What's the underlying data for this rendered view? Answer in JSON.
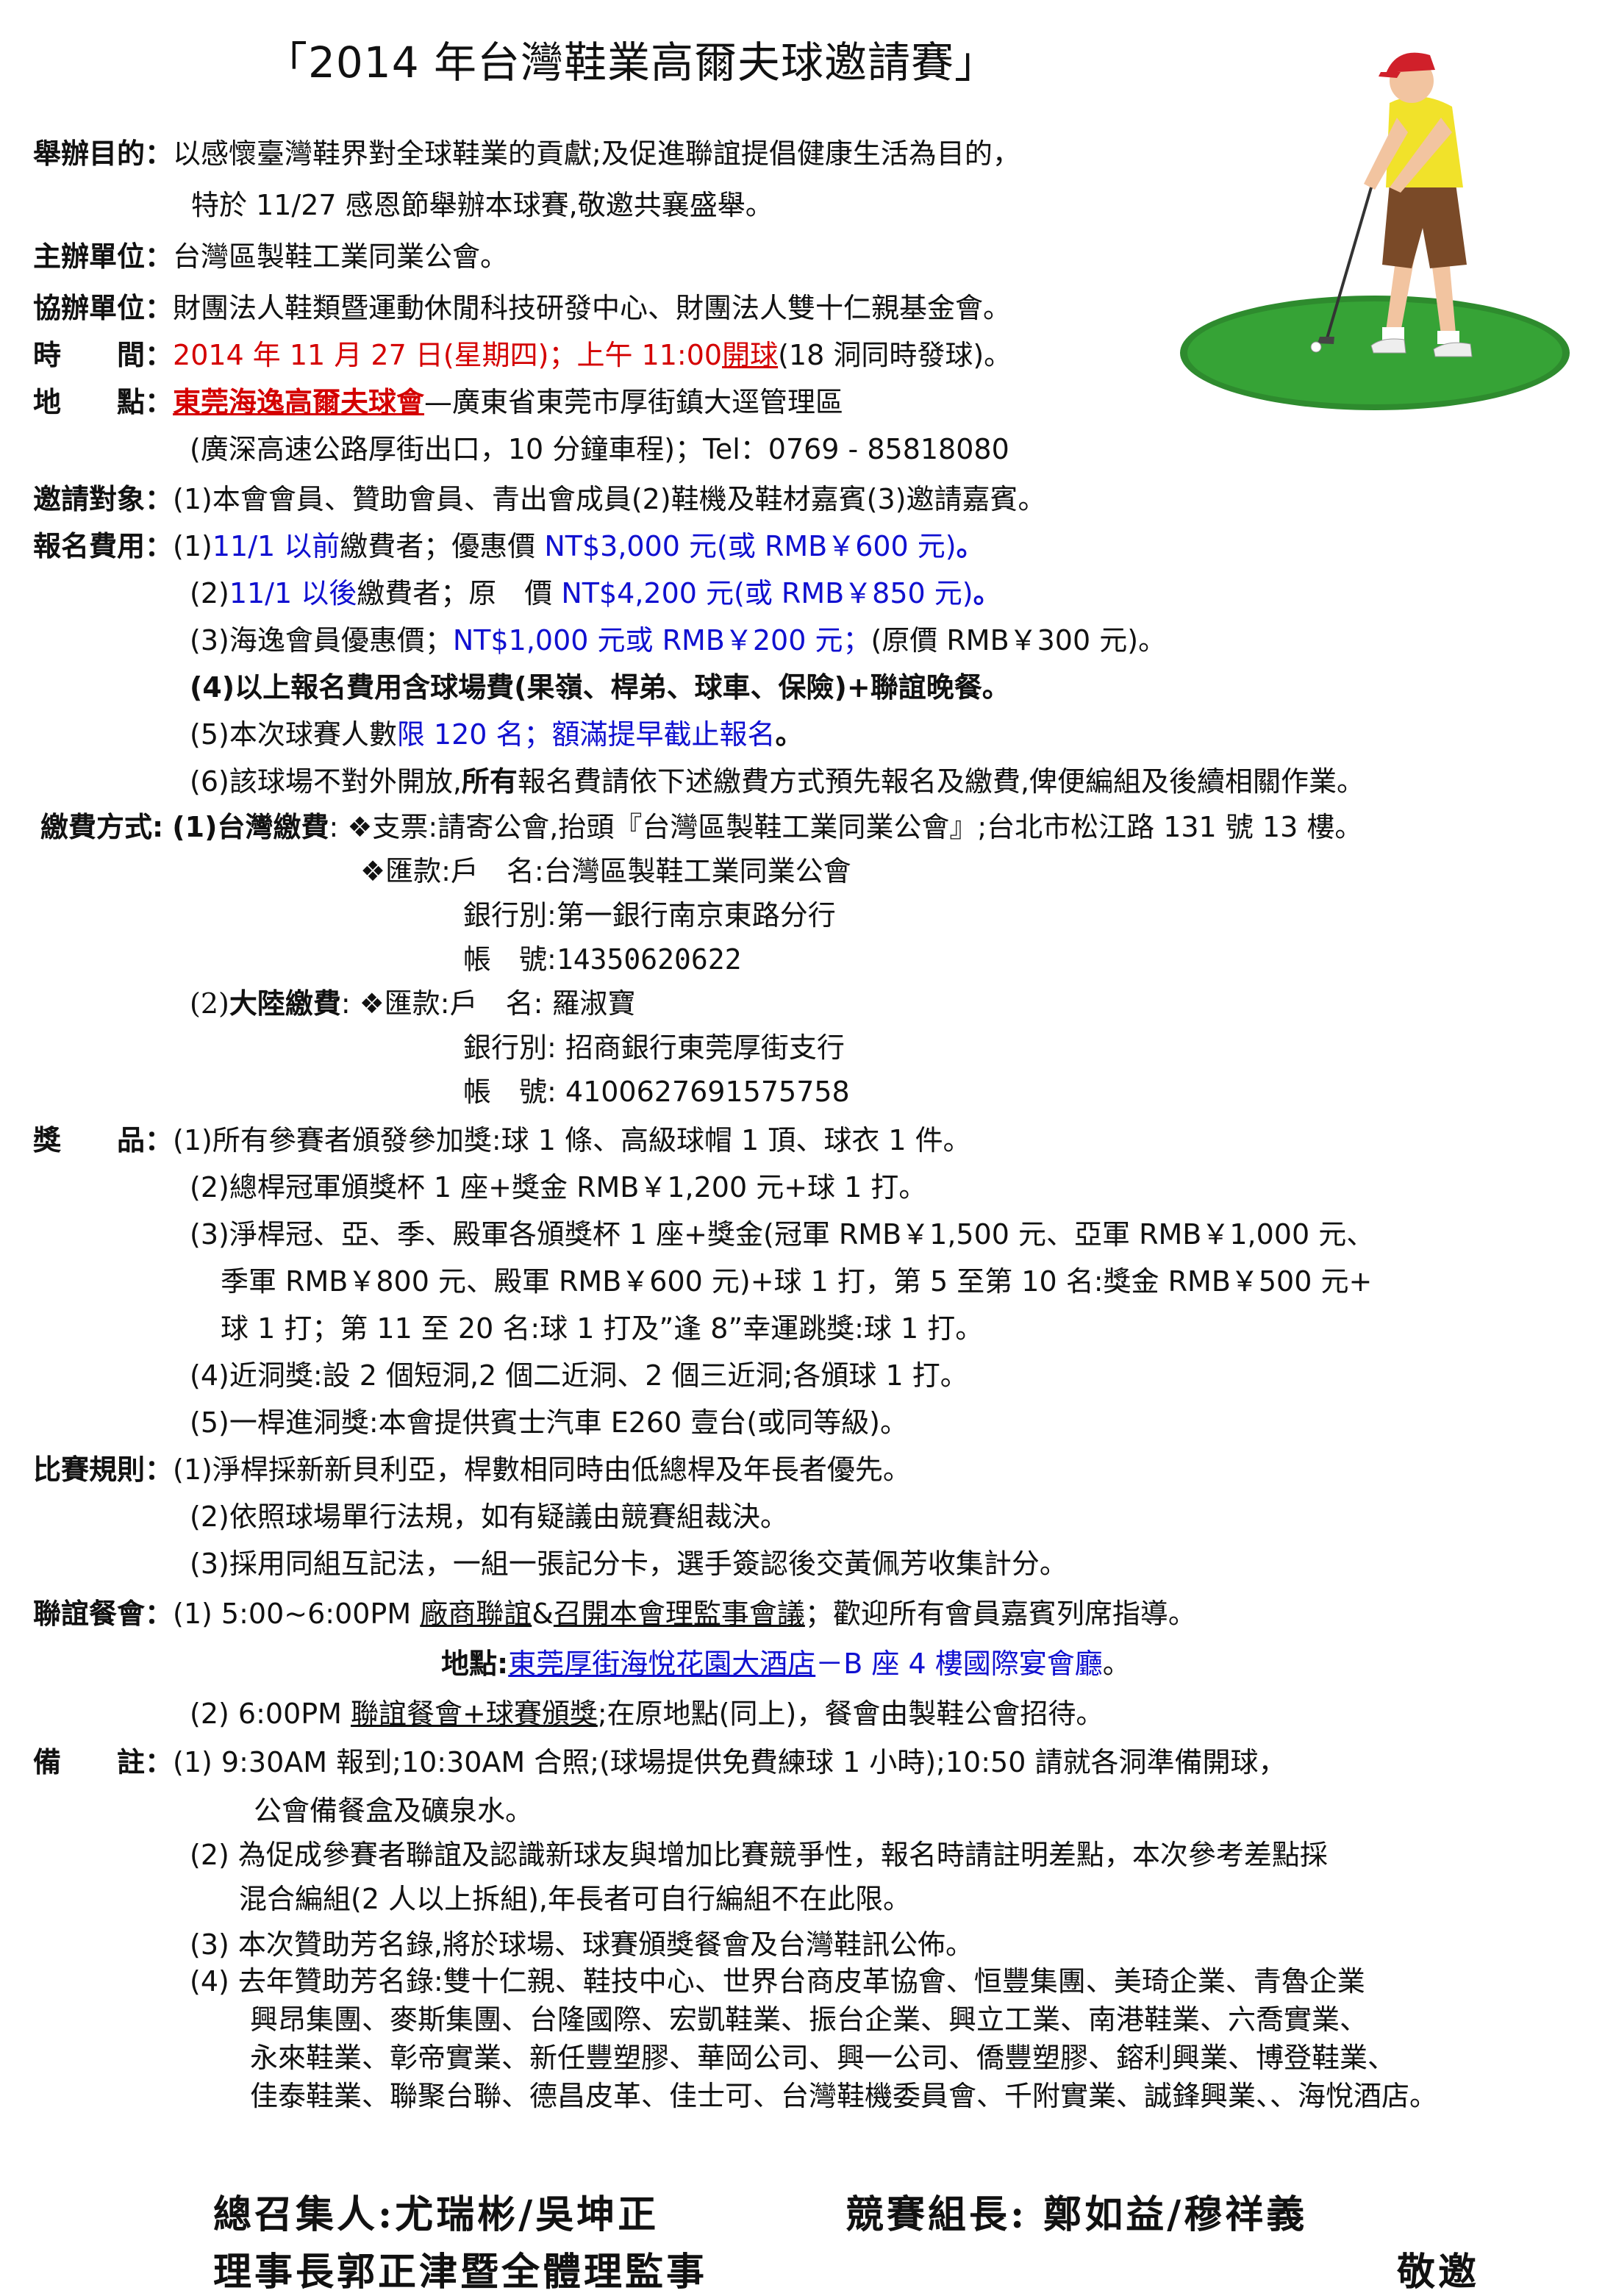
{
  "title": "「2014 年台灣鞋業高爾夫球邀請賽」",
  "purpose": {
    "label": "舉辦目的：",
    "line1": "以感懷臺灣鞋界對全球鞋業的貢獻;及促進聯誼提倡健康生活為目的，",
    "line2": "特於 11/27 感恩節舉辦本球賽,敬邀共襄盛舉。"
  },
  "organizer": {
    "label": "主辦單位：",
    "text": "台灣區製鞋工業同業公會。"
  },
  "co_organizer": {
    "label": "協辦單位：",
    "text": "財團法人鞋類暨運動休閒科技研發中心、財團法人雙十仁親基金會。"
  },
  "time": {
    "label": "時　　間：",
    "red": "2014 年 11 月 27 日(星期四)",
    "red2": "；上午 11:00",
    "red3": "開球",
    "rest": "(18 洞同時發球)。"
  },
  "venue": {
    "label": "地　　點：",
    "name": "東莞海逸高爾夫球會",
    "dash": "—",
    "address": "廣東省東莞市厚街鎮大逕管理區",
    "line2": "(廣深高速公路厚街出口，10  分鐘車程)；Tel：0769 - 85818080"
  },
  "invitees": {
    "label": "邀請對象：",
    "text": "(1)本會會員、贊助會員、青出會成員(2)鞋機及鞋材嘉賓(3)邀請嘉賓。"
  },
  "fees": {
    "label": "報名費用：",
    "item1": {
      "prefix": "(1)",
      "blue1": "11/1 以前",
      "mid": "繳費者；優惠價 ",
      "blue2": "NT$3,000 元(或 RMB￥600 元)",
      "end": "。"
    },
    "item2": {
      "prefix": "(2)",
      "blue1": "11/1 以後",
      "mid": "繳費者；原　價 ",
      "blue2": "NT$4,200 元(或 RMB￥850 元)",
      "end": "。"
    },
    "item3": {
      "prefix": "(3)海逸會員優惠價；",
      "blue": "NT$1,000 元或 RMB￥200 元；",
      "end": "(原價 RMB￥300 元)。"
    },
    "item4": "(4)以上報名費用含球場費(果嶺、桿弟、球車、保險)+聯誼晚餐。",
    "item5": {
      "prefix": "(5)本次球賽人數",
      "blue": "限 120 名；額滿提早截止報名",
      "end": "。"
    },
    "item6": {
      "a": "(6)該球場不對外開放,",
      "b": "所有",
      "c": "報名費請依下述繳費方式預先報名及繳費,俾便編組及後續相關作業。"
    }
  },
  "payment": {
    "label": "繳費方式:",
    "tw_head": "(1)台灣繳費",
    "tw_check": ": ❖支票:請寄公會,抬頭『台灣區製鞋工業同業公會』;台北市松江路 131 號 13 樓。",
    "tw_remit": "❖匯款:戶　名:台灣區製鞋工業同業公會",
    "tw_bank": "銀行別:第一銀行南京東路分行",
    "tw_acct_label": "帳　號:",
    "tw_acct": "14350620622",
    "cn_num": "(2)",
    "cn_head": "大陸繳費",
    "cn_remit": ": ❖匯款:戶　名: 羅淑寶",
    "cn_bank": "銀行別:  招商銀行東莞厚街支行",
    "cn_acct_label": "帳　號:",
    "cn_acct": " 4100627691575758"
  },
  "prizes": {
    "label": "獎　　品：",
    "item1": "(1)所有參賽者頒發參加獎:球 1 條、高級球帽 1 頂、球衣 1 件。",
    "item2": "(2)總桿冠軍頒獎杯 1 座+獎金 RMB￥1,200 元+球 1 打。",
    "item3a": "(3)淨桿冠、亞、季、殿軍各頒獎杯 1 座+獎金(冠軍 RMB￥1,500 元、亞軍 RMB￥1,000 元、",
    "item3b": "季軍 RMB￥800 元、殿軍 RMB￥600 元)+球 1 打，第 5 至第 10 名:獎金 RMB￥500 元+",
    "item3c": "球 1 打；第 11 至 20 名:球 1 打及”逢 8”幸運跳獎:球 1 打。",
    "item4": "(4)近洞獎:設 2 個短洞,2 個二近洞、2 個三近洞;各頒球 1 打。",
    "item5": "(5)一桿進洞獎:本會提供賓士汽車 E260 壹台(或同等級)。"
  },
  "rules": {
    "label": "比賽規則：",
    "item1": "(1)淨桿採新新貝利亞，桿數相同時由低總桿及年長者優先。",
    "item2": "(2)依照球場單行法規，如有疑議由競賽組裁決。",
    "item3": "(3)採用同組互記法，一組一張記分卡，選手簽認後交黃佩芳收集計分。"
  },
  "dinner": {
    "label": "聯誼餐會：",
    "item1_pre": "(1) 5:00~6:00PM ",
    "item1_u1": "廠商聯誼",
    "item1_amp": "&",
    "item1_u2": "召開本會理監事會議",
    "item1_end": "；歡迎所有會員嘉賓列席指導。",
    "place_label": "地點:",
    "place_name": "東莞厚街海悅花園大酒店",
    "place_rest": "－B 座 4 樓國際宴會廳",
    "place_end": "。",
    "item2_pre": "(2) 6:00PM ",
    "item2_u": "聯誼餐會+球賽頒獎",
    "item2_end": ";在原地點(同上)，餐會由製鞋公會招待。"
  },
  "notes": {
    "label": "備　　註：",
    "item1a": "(1) 9:30AM 報到;10:30AM 合照;(球場提供免費練球 1 小時);10:50 請就各洞準備開球，",
    "item1b": "公會備餐盒及礦泉水。",
    "item2a": "(2)  為促成參賽者聯誼及認識新球友與增加比賽競爭性，報名時請註明差點，本次參考差點採",
    "item2b": "混合編組(2 人以上拆組),年長者可自行編組不在此限。",
    "item3": "(3)  本次贊助芳名錄,將於球場、球賽頒獎餐會及台灣鞋訊公佈。",
    "item4a": "(4)  去年贊助芳名錄:雙十仁親、鞋技中心、世界台商皮革協會、恒豐集團、美琦企業、青魯企業",
    "item4b": "興昂集團、麥斯集團、台隆國際、宏凱鞋業、振台企業、興立工業、南港鞋業、六喬實業、",
    "item4c": "永來鞋業、彰帝實業、新任豐塑膠、華岡公司、興一公司、僑豐塑膠、鎔利興業、博登鞋業、",
    "item4d": "佳泰鞋業、聯聚台聯、德昌皮革、佳士可、台灣鞋機委員會、千附實業、誠鋒興業、、海悅酒店。"
  },
  "signatures": {
    "convener": "總召集人:尤瑞彬/吳坤正",
    "referee": "競賽組長: 鄭如益/穆祥義",
    "chairman": "理事長郭正津暨全體理監事",
    "regards": "敬邀"
  },
  "colors": {
    "red": "#d40000",
    "blue": "#1010d0",
    "green": "#2e7d32"
  }
}
